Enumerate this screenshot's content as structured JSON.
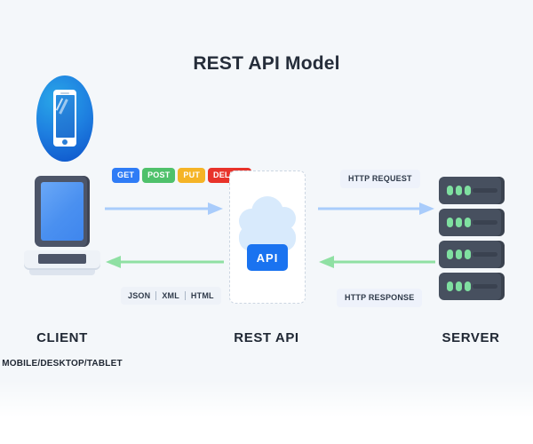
{
  "diagram": {
    "title": "REST API Model",
    "background_color": "#f4f7fa"
  },
  "methods": [
    {
      "label": "GET",
      "color": "#2f7cf6"
    },
    {
      "label": "POST",
      "color": "#4fc16b"
    },
    {
      "label": "PUT",
      "color": "#f4b margin"
    },
    {
      "label": "DELETE",
      "color": "#e8332a"
    }
  ],
  "method_colors": {
    "get": "#2f7cf6",
    "post": "#4fc16b",
    "put": "#f5b426",
    "delete": "#e8332a"
  },
  "formats": [
    "JSON",
    "XML",
    "HTML"
  ],
  "labels": {
    "http_request": "HTTP REQUEST",
    "http_response": "HTTP RESPONSE"
  },
  "rest_card": {
    "chip_label": "API",
    "chip_color": "#1a73f0",
    "cloud_color": "#d8eafc"
  },
  "captions": {
    "client": "CLIENT",
    "client_sub": "MOBILE/DESKTOP/TABLET",
    "rest_api": "REST API",
    "server": "SERVER"
  },
  "arrows": {
    "request_color": "#a9ccfb",
    "response_color": "#8fe0a3"
  },
  "server": {
    "unit_count": 4,
    "led_color": "#7fe0a0",
    "unit_color": "#47505f"
  },
  "devices": {
    "phone_name": "smartphone",
    "laptop_name": "laptop"
  }
}
